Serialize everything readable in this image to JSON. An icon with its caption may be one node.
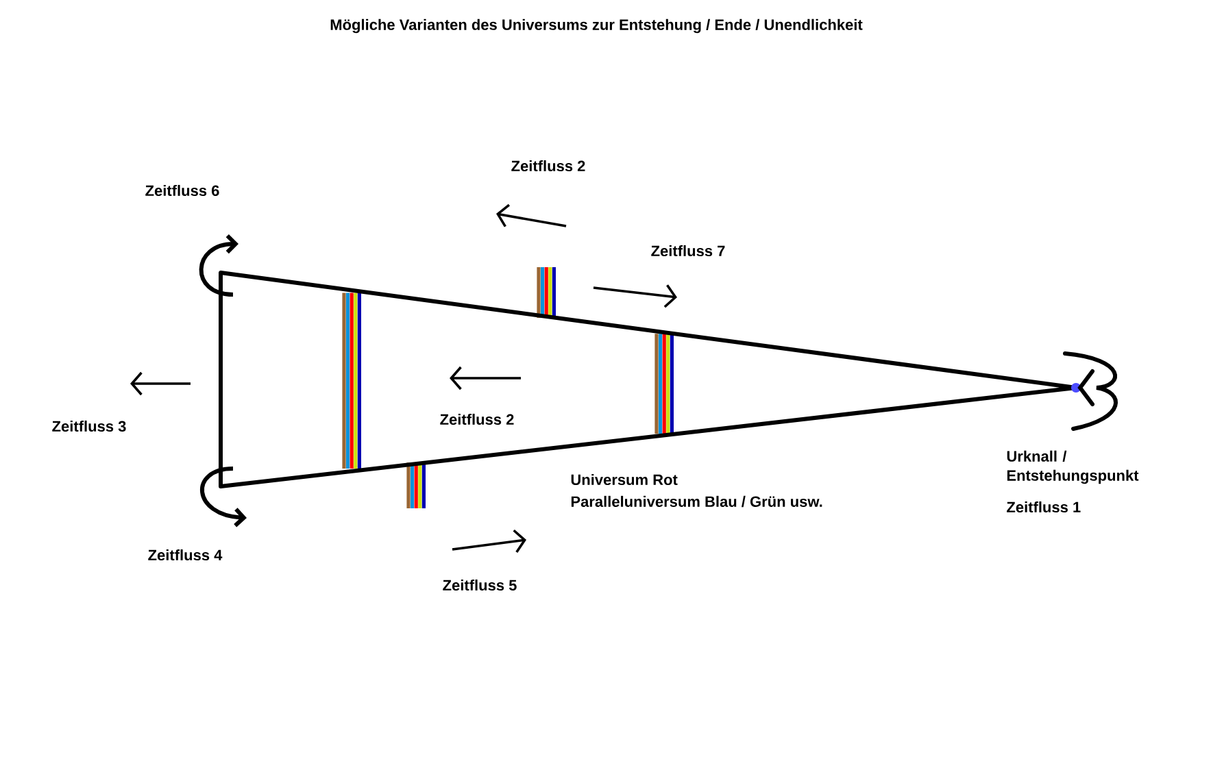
{
  "diagram": {
    "title": "Mögliche Varianten des Universums zur Entstehung / Ende / Unendlichkeit",
    "labels": [
      "Zeitfluss 2",
      "Zeitfluss 6",
      "Zeitfluss 7",
      "Zeitfluss 3",
      "Zeitfluss 2",
      "Universum Rot",
      "Paralleluniversum Blau / Grün usw.",
      "Urknall / Entstehungspunkt",
      "Zeitfluss 1",
      "Zeitfluss 4",
      "Zeitfluss 5"
    ]
  }
}
